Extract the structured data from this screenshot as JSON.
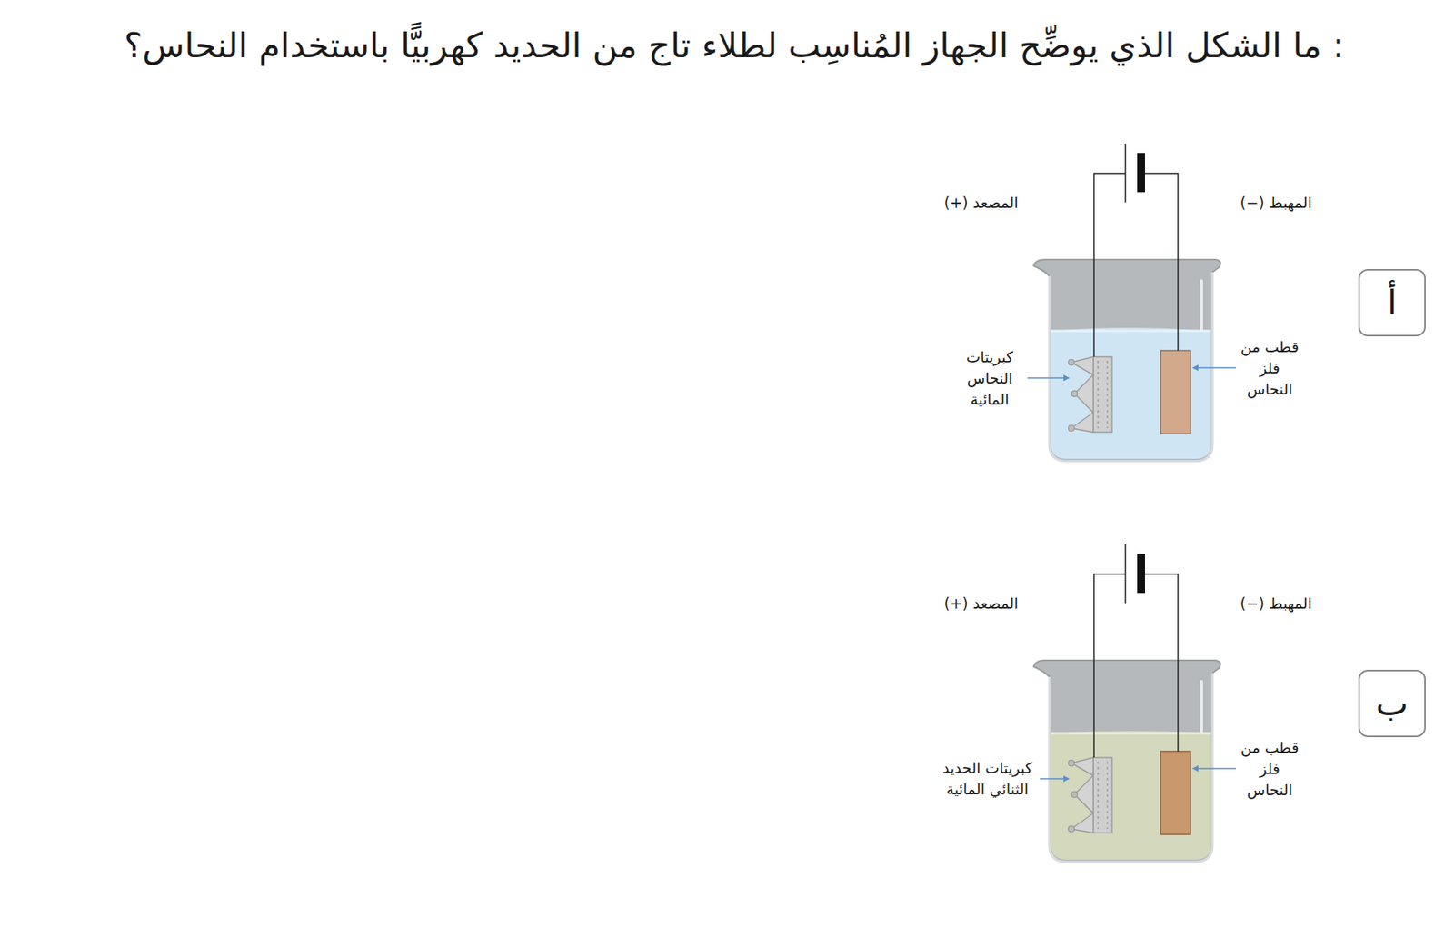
{
  "diagram": {
    "title": ": ما الشكل الذي يوضِّح الجهاز المُناسِب لطلاء تاج من الحديد كهربيًّا باستخدام النحاس؟",
    "nodes": [
      {
        "text": [
          "أ"
        ]
      },
      {
        "text": [
          "ب"
        ]
      }
    ],
    "labels": [
      "المصعد (+)",
      "المهبط (−)",
      "كبريتات النحاس المائية",
      "قطب من فلز النحاس",
      "المصعد (+)",
      "المهبط (−)",
      "كبريتات الحديد الثنائي المائية",
      "قطب من فلز النحاس"
    ]
  }
}
